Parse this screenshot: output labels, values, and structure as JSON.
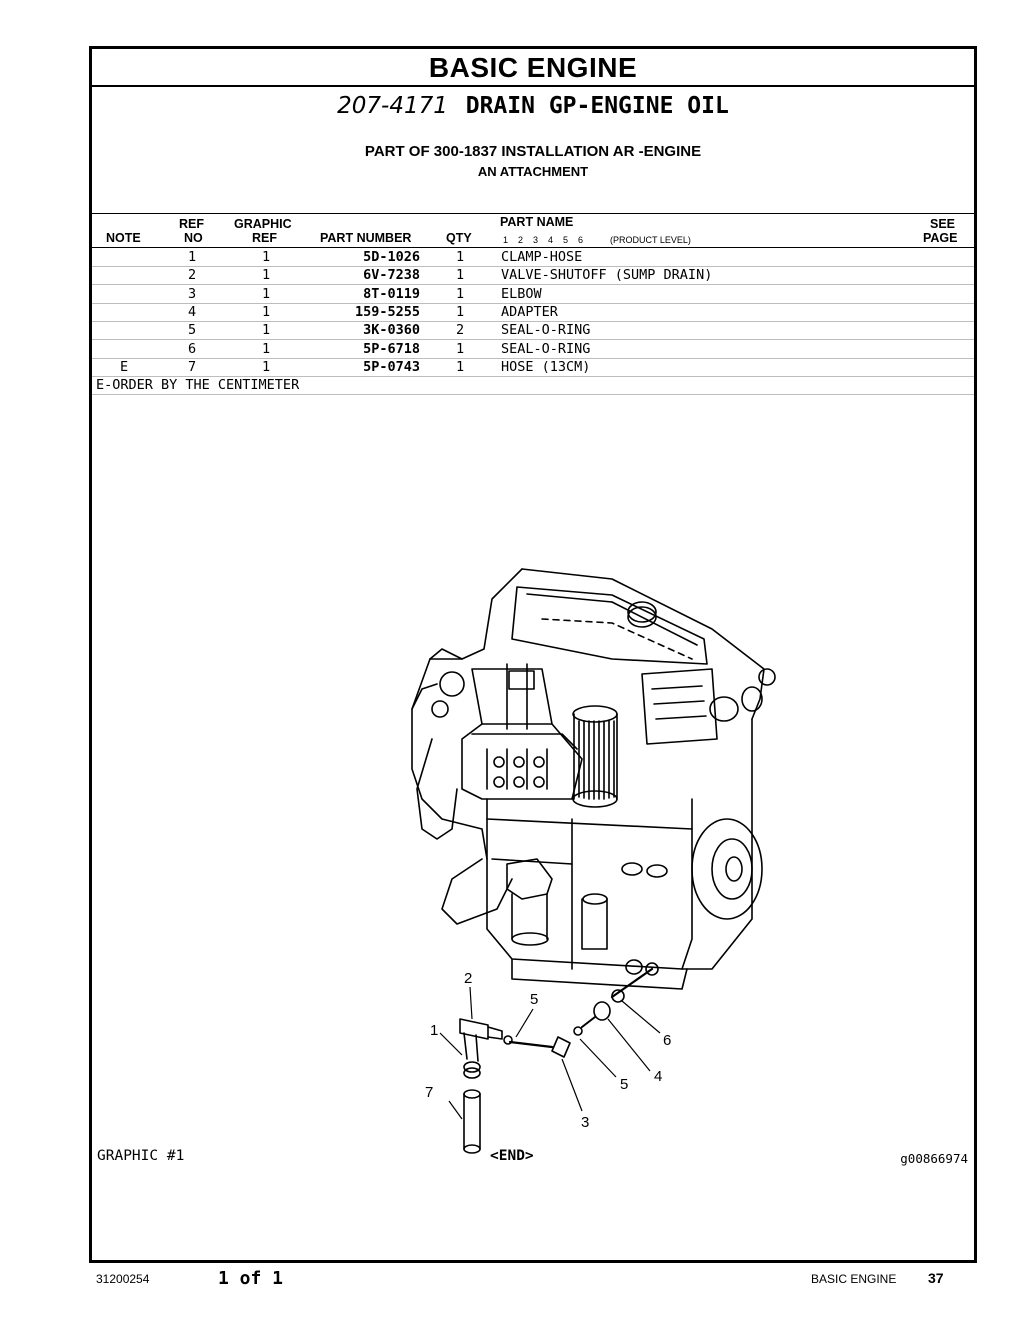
{
  "section_title": "BASIC ENGINE",
  "group": {
    "number": "207-4171",
    "name": "DRAIN GP-ENGINE OIL",
    "part_of": "PART OF 300-1837 INSTALLATION AR -ENGINE",
    "attachment": "AN ATTACHMENT"
  },
  "headers": {
    "note": "NOTE",
    "ref_top": "REF",
    "ref_bottom": "NO",
    "graphic_top": "GRAPHIC",
    "graphic_bottom": "REF",
    "part_number": "PART NUMBER",
    "qty": "QTY",
    "part_name": "PART NAME",
    "product_levels": "1    2    3    4    5    6",
    "product_level_label": "(PRODUCT LEVEL)",
    "see_top": "SEE",
    "see_bottom": "PAGE"
  },
  "parts": [
    {
      "note": "",
      "ref": "1",
      "graphic": "1",
      "part_number": "5D-1026",
      "qty": "1",
      "name": "CLAMP-HOSE"
    },
    {
      "note": "",
      "ref": "2",
      "graphic": "1",
      "part_number": "6V-7238",
      "qty": "1",
      "name": "VALVE-SHUTOFF (SUMP DRAIN)"
    },
    {
      "note": "",
      "ref": "3",
      "graphic": "1",
      "part_number": "8T-0119",
      "qty": "1",
      "name": "ELBOW"
    },
    {
      "note": "",
      "ref": "4",
      "graphic": "1",
      "part_number": "159-5255",
      "qty": "1",
      "name": "ADAPTER"
    },
    {
      "note": "",
      "ref": "5",
      "graphic": "1",
      "part_number": "3K-0360",
      "qty": "2",
      "name": "SEAL-O-RING"
    },
    {
      "note": "",
      "ref": "6",
      "graphic": "1",
      "part_number": "5P-6718",
      "qty": "1",
      "name": "SEAL-O-RING"
    },
    {
      "note": "E",
      "ref": "7",
      "graphic": "1",
      "part_number": "5P-0743",
      "qty": "1",
      "name": "HOSE (13CM)"
    }
  ],
  "note_text": "E-ORDER BY THE CENTIMETER",
  "graphic": {
    "label": "GRAPHIC #1",
    "end": "<END>",
    "number": "g00866974",
    "callouts": [
      "2",
      "5",
      "1",
      "6",
      "7",
      "5",
      "4",
      "3"
    ]
  },
  "footer": {
    "doc_number": "31200254",
    "page_of": "1 of 1",
    "section": "BASIC ENGINE",
    "page": "37"
  }
}
